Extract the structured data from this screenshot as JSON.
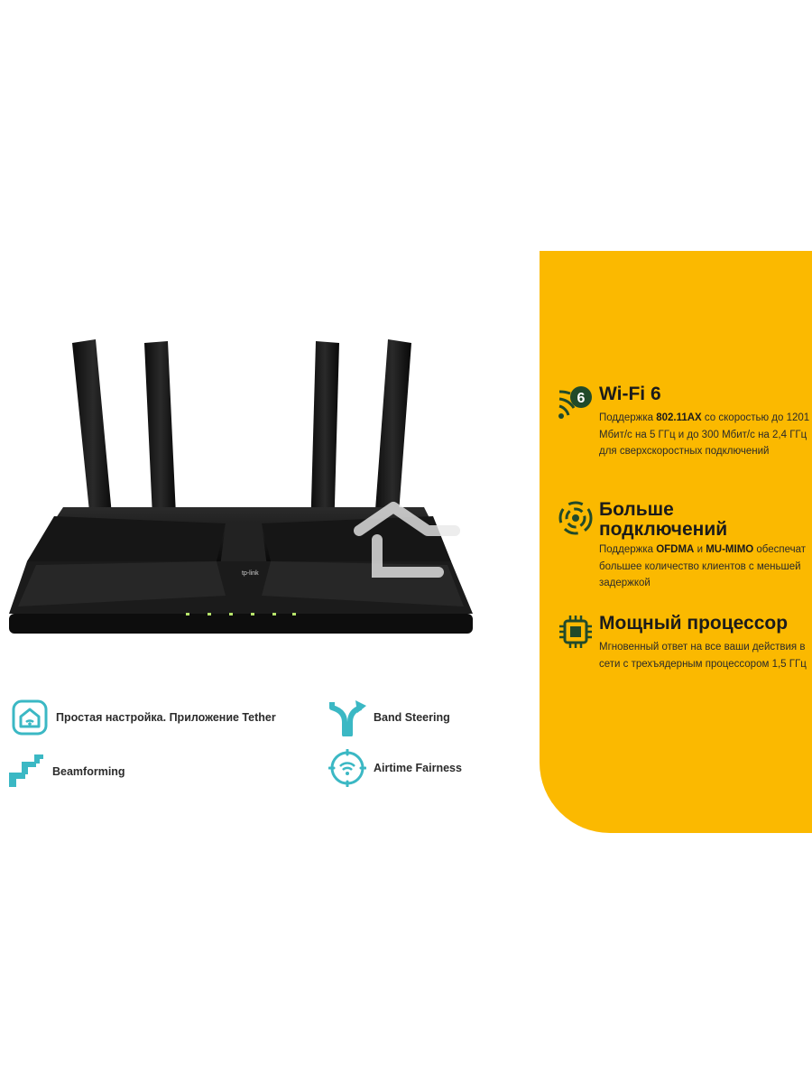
{
  "router": {
    "brand": "tp-link"
  },
  "panel": {
    "color": "#fbb900",
    "features": [
      {
        "icon": "wifi6-icon",
        "title": "Wi-Fi 6",
        "badge": "6",
        "desc_parts": [
          "Поддержка ",
          "802.11AX",
          " со скоростью до 1201 Мбит/с на 5 ГГц и до 300 Мбит/с на 2,4 ГГц для сверхскоростных подключений"
        ]
      },
      {
        "icon": "connections-icon",
        "title_line1": "Больше",
        "title_line2": "подключений",
        "desc_parts": [
          "Поддержка ",
          "OFDMA",
          " и ",
          "MU-MIMO",
          " обеспечат большее количество клиентов с меньшей задержкой"
        ]
      },
      {
        "icon": "processor-icon",
        "title": "Мощный процессор",
        "desc": "Мгновенный ответ на все ваши действия в сети с трехъядерным процессором 1,5 ГГц"
      }
    ]
  },
  "bottom_features": [
    {
      "icon": "tether-app-icon",
      "label": "Простая настройка. Приложение Tether"
    },
    {
      "icon": "band-steering-icon",
      "label": "Band Steering"
    },
    {
      "icon": "beamforming-icon",
      "label": "Beamforming"
    },
    {
      "icon": "airtime-fairness-icon",
      "label": "Airtime Fairness"
    }
  ],
  "accent_teal": "#3bb8c4"
}
